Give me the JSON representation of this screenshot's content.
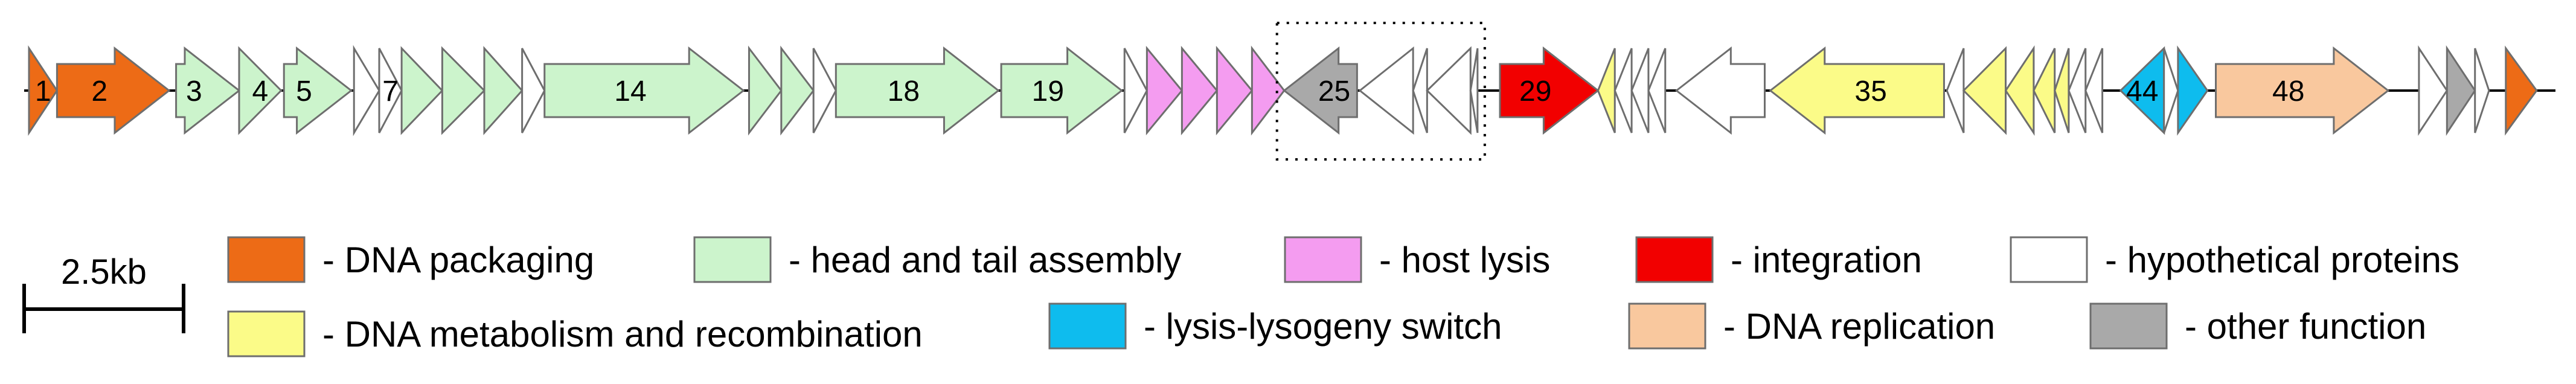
{
  "colors": {
    "dna_packaging": "#ED6B16",
    "head_tail": "#CCF4CC",
    "host_lysis": "#F49CF0",
    "integration": "#F20000",
    "hypothetical": "#FFFFFF",
    "dna_metabolism": "#FBFB88",
    "switch": "#0EBCEE",
    "dna_replication": "#F9C89E",
    "other": "#A9A9A9",
    "stroke": "#6E6E6E"
  },
  "genes": [
    {
      "start": 0.0,
      "end": 0.2,
      "strand": "+",
      "cat": "dna_packaging",
      "label": "1"
    },
    {
      "start": 0.2,
      "end": 1.0,
      "strand": "+",
      "cat": "dna_packaging",
      "label": "2"
    },
    {
      "start": 1.05,
      "end": 1.5,
      "strand": "+",
      "cat": "head_tail",
      "label": "3"
    },
    {
      "start": 1.5,
      "end": 1.8,
      "strand": "+",
      "cat": "head_tail",
      "label": "4"
    },
    {
      "start": 1.82,
      "end": 2.3,
      "strand": "+",
      "cat": "head_tail",
      "label": "5"
    },
    {
      "start": 2.32,
      "end": 2.5,
      "strand": "+",
      "cat": "hypothetical",
      "label": ""
    },
    {
      "start": 2.5,
      "end": 2.66,
      "strand": "+",
      "cat": "hypothetical",
      "label": "7"
    },
    {
      "start": 2.66,
      "end": 2.95,
      "strand": "+",
      "cat": "head_tail",
      "label": ""
    },
    {
      "start": 2.95,
      "end": 3.25,
      "strand": "+",
      "cat": "head_tail",
      "label": ""
    },
    {
      "start": 3.25,
      "end": 3.52,
      "strand": "+",
      "cat": "head_tail",
      "label": ""
    },
    {
      "start": 3.52,
      "end": 3.68,
      "strand": "+",
      "cat": "hypothetical",
      "label": ""
    },
    {
      "start": 3.68,
      "end": 5.1,
      "strand": "+",
      "cat": "head_tail",
      "label": "14"
    },
    {
      "start": 5.14,
      "end": 5.37,
      "strand": "+",
      "cat": "head_tail",
      "label": ""
    },
    {
      "start": 5.37,
      "end": 5.6,
      "strand": "+",
      "cat": "head_tail",
      "label": ""
    },
    {
      "start": 5.6,
      "end": 5.76,
      "strand": "+",
      "cat": "hypothetical",
      "label": ""
    },
    {
      "start": 5.76,
      "end": 6.92,
      "strand": "+",
      "cat": "head_tail",
      "label": "18"
    },
    {
      "start": 6.94,
      "end": 7.8,
      "strand": "+",
      "cat": "head_tail",
      "label": "19"
    },
    {
      "start": 7.82,
      "end": 7.98,
      "strand": "+",
      "cat": "hypothetical",
      "label": ""
    },
    {
      "start": 7.98,
      "end": 8.23,
      "strand": "+",
      "cat": "host_lysis",
      "label": ""
    },
    {
      "start": 8.23,
      "end": 8.48,
      "strand": "+",
      "cat": "host_lysis",
      "label": ""
    },
    {
      "start": 8.48,
      "end": 8.73,
      "strand": "+",
      "cat": "host_lysis",
      "label": ""
    },
    {
      "start": 8.73,
      "end": 8.96,
      "strand": "+",
      "cat": "host_lysis",
      "label": ""
    },
    {
      "start": 8.96,
      "end": 9.48,
      "strand": "-",
      "cat": "other",
      "label": "25"
    },
    {
      "start": 9.5,
      "end": 9.88,
      "strand": "-",
      "cat": "hypothetical",
      "label": ""
    },
    {
      "start": 9.88,
      "end": 9.98,
      "strand": "-",
      "cat": "hypothetical",
      "label": ""
    },
    {
      "start": 9.98,
      "end": 10.29,
      "strand": "-",
      "cat": "hypothetical",
      "label": ""
    },
    {
      "start": 10.29,
      "end": 10.34,
      "strand": "-",
      "cat": "hypothetical",
      "label": ""
    },
    {
      "start": 10.5,
      "end": 11.2,
      "strand": "+",
      "cat": "integration",
      "label": "29"
    },
    {
      "start": 11.2,
      "end": 11.32,
      "strand": "-",
      "cat": "dna_metabolism",
      "label": ""
    },
    {
      "start": 11.32,
      "end": 11.44,
      "strand": "-",
      "cat": "hypothetical",
      "label": ""
    },
    {
      "start": 11.44,
      "end": 11.56,
      "strand": "-",
      "cat": "hypothetical",
      "label": ""
    },
    {
      "start": 11.56,
      "end": 11.68,
      "strand": "-",
      "cat": "hypothetical",
      "label": ""
    },
    {
      "start": 11.76,
      "end": 12.39,
      "strand": "-",
      "cat": "hypothetical",
      "label": ""
    },
    {
      "start": 12.43,
      "end": 13.67,
      "strand": "-",
      "cat": "dna_metabolism",
      "label": "35"
    },
    {
      "start": 13.69,
      "end": 13.81,
      "strand": "-",
      "cat": "hypothetical",
      "label": ""
    },
    {
      "start": 13.81,
      "end": 14.11,
      "strand": "-",
      "cat": "dna_metabolism",
      "label": ""
    },
    {
      "start": 14.11,
      "end": 14.31,
      "strand": "-",
      "cat": "dna_metabolism",
      "label": ""
    },
    {
      "start": 14.31,
      "end": 14.46,
      "strand": "-",
      "cat": "dna_metabolism",
      "label": ""
    },
    {
      "start": 14.46,
      "end": 14.56,
      "strand": "-",
      "cat": "dna_metabolism",
      "label": ""
    },
    {
      "start": 14.56,
      "end": 14.68,
      "strand": "-",
      "cat": "hypothetical",
      "label": ""
    },
    {
      "start": 14.68,
      "end": 14.8,
      "strand": "-",
      "cat": "hypothetical",
      "label": ""
    },
    {
      "start": 14.93,
      "end": 15.24,
      "strand": "-",
      "cat": "switch",
      "label": "44"
    },
    {
      "start": 15.24,
      "end": 15.34,
      "strand": "+",
      "cat": "hypothetical",
      "label": ""
    },
    {
      "start": 15.34,
      "end": 15.55,
      "strand": "+",
      "cat": "switch",
      "label": ""
    },
    {
      "start": 15.61,
      "end": 16.84,
      "strand": "+",
      "cat": "dna_replication",
      "label": "48"
    },
    {
      "start": 17.06,
      "end": 17.26,
      "strand": "+",
      "cat": "hypothetical",
      "label": ""
    },
    {
      "start": 17.26,
      "end": 17.46,
      "strand": "+",
      "cat": "other",
      "label": ""
    },
    {
      "start": 17.46,
      "end": 17.56,
      "strand": "+",
      "cat": "hypothetical",
      "label": ""
    },
    {
      "start": 17.68,
      "end": 17.9,
      "strand": "+",
      "cat": "dna_packaging",
      "label": ""
    }
  ],
  "region_box": {
    "start": 8.96,
    "end": 10.34
  },
  "scale_bar": {
    "label": "2.5kb",
    "kb": 2.5
  },
  "legend": [
    {
      "cat": "dna_packaging",
      "label": "- DNA packaging"
    },
    {
      "cat": "head_tail",
      "label": "- head and tail assembly"
    },
    {
      "cat": "host_lysis",
      "label": "- host lysis"
    },
    {
      "cat": "integration",
      "label": "- integration"
    },
    {
      "cat": "hypothetical",
      "label": "- hypothetical proteins"
    },
    {
      "cat": "dna_metabolism",
      "label": "- DNA metabolism and recombination"
    },
    {
      "cat": "switch",
      "label": "- lysis-lysogeny switch"
    },
    {
      "cat": "dna_replication",
      "label": "- DNA replication"
    },
    {
      "cat": "other",
      "label": "- other function"
    }
  ]
}
